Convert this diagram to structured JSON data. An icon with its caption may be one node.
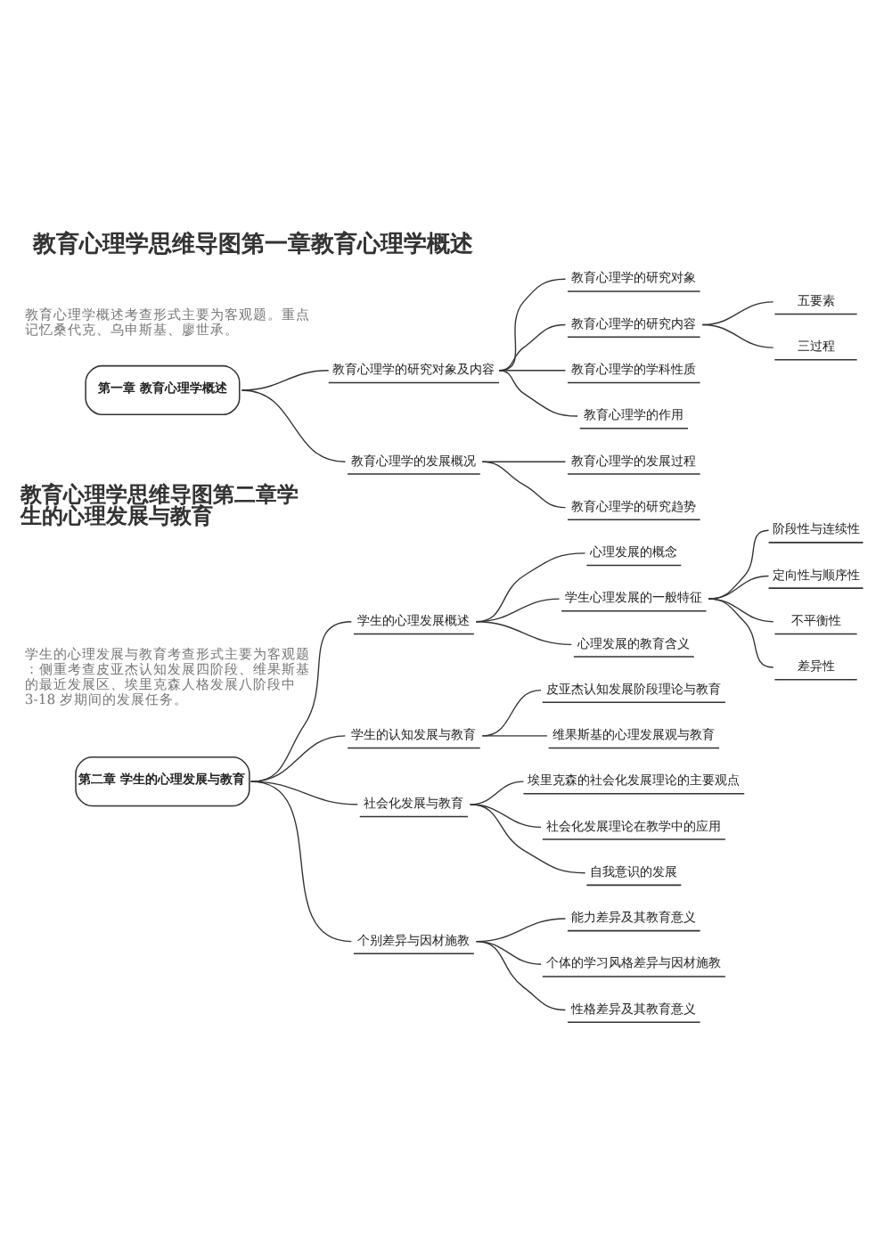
{
  "diagram": {
    "title": "教育心理学思维导图第一章教育心理学概述",
    "nodes": [
      {
        "text": [
          "第一章 教育心理学概述"
        ]
      },
      {
        "text": [
          "教育心理学的研究对象及内容"
        ]
      },
      {
        "text": [
          "教育心理学的研究对象"
        ]
      },
      {
        "text": [
          "教育心理学的研究内容"
        ]
      },
      {
        "text": [
          "五要素"
        ]
      },
      {
        "text": [
          "三过程"
        ]
      },
      {
        "text": [
          "教育心理学的学科性质"
        ]
      },
      {
        "text": [
          "教育心理学的作用"
        ]
      },
      {
        "text": [
          "教育心理学的发展概况"
        ]
      },
      {
        "text": [
          "教育心理学的发展过程"
        ]
      },
      {
        "text": [
          "教育心理学的研究趋势"
        ]
      },
      {
        "text": [
          "第二章 学生的心理发展与教育"
        ]
      },
      {
        "text": [
          "学生的心理发展概述"
        ]
      },
      {
        "text": [
          "心理发展的概念"
        ]
      },
      {
        "text": [
          "学生心理发展的一般特征"
        ]
      },
      {
        "text": [
          "阶段性与连续性"
        ]
      },
      {
        "text": [
          "定向性与顺序性"
        ]
      },
      {
        "text": [
          "不平衡性"
        ]
      },
      {
        "text": [
          "差异性"
        ]
      },
      {
        "text": [
          "心理发展的教育含义"
        ]
      },
      {
        "text": [
          "学生的认知发展与教育"
        ]
      },
      {
        "text": [
          "皮亚杰认知发展阶段理论与教育"
        ]
      },
      {
        "text": [
          "维果斯基的心理发展观与教育"
        ]
      },
      {
        "text": [
          "社会化发展与教育"
        ]
      },
      {
        "text": [
          "埃里克森的社会化发展理论的主要观点"
        ]
      },
      {
        "text": [
          "社会化发展理论在教学中的应用"
        ]
      },
      {
        "text": [
          "自我意识的发展"
        ]
      },
      {
        "text": [
          "个别差异与因材施教"
        ]
      },
      {
        "text": [
          "能力差异及其教育意义"
        ]
      },
      {
        "text": [
          "个体的学习风格差异与因材施教"
        ]
      },
      {
        "text": [
          "性格差异及其教育意义"
        ]
      }
    ],
    "edges": [
      {
        "from": 0,
        "to": 1,
        "arrow": "none"
      },
      {
        "from": 1,
        "to": 2,
        "arrow": "none"
      },
      {
        "from": 1,
        "to": 3,
        "arrow": "none"
      },
      {
        "from": 3,
        "to": 4,
        "arrow": "none"
      },
      {
        "from": 3,
        "to": 5,
        "arrow": "none"
      },
      {
        "from": 1,
        "to": 6,
        "arrow": "none"
      },
      {
        "from": 1,
        "to": 7,
        "arrow": "none"
      },
      {
        "from": 0,
        "to": 8,
        "arrow": "none"
      },
      {
        "from": 8,
        "to": 9,
        "arrow": "none"
      },
      {
        "from": 8,
        "to": 10,
        "arrow": "none"
      },
      {
        "from": 11,
        "to": 12,
        "arrow": "none"
      },
      {
        "from": 12,
        "to": 13,
        "arrow": "none"
      },
      {
        "from": 12,
        "to": 14,
        "arrow": "none"
      },
      {
        "from": 14,
        "to": 15,
        "arrow": "none"
      },
      {
        "from": 14,
        "to": 16,
        "arrow": "none"
      },
      {
        "from": 14,
        "to": 17,
        "arrow": "none"
      },
      {
        "from": 14,
        "to": 18,
        "arrow": "none"
      },
      {
        "from": 12,
        "to": 19,
        "arrow": "none"
      },
      {
        "from": 11,
        "to": 20,
        "arrow": "none"
      },
      {
        "from": 20,
        "to": 21,
        "arrow": "none"
      },
      {
        "from": 20,
        "to": 22,
        "arrow": "none"
      },
      {
        "from": 11,
        "to": 23,
        "arrow": "none"
      },
      {
        "from": 23,
        "to": 24,
        "arrow": "none"
      },
      {
        "from": 23,
        "to": 25,
        "arrow": "none"
      },
      {
        "from": 23,
        "to": 26,
        "arrow": "none"
      },
      {
        "from": 11,
        "to": 27,
        "arrow": "none"
      },
      {
        "from": 27,
        "to": 28,
        "arrow": "none"
      },
      {
        "from": 27,
        "to": 29,
        "arrow": "none"
      },
      {
        "from": 27,
        "to": 30,
        "arrow": "none"
      }
    ],
    "labels": [
      "教育心理学概述考查形式主要为客观题。重点记忆桑代克、乌申斯基、廖世承。",
      "教育心理学思维导图第二章学生的心理发展与教育",
      "学生的心理发展与教育考查形式主要为客观题：侧重考查皮亚杰认知发展四阶段、维果斯基的最近发展区、埃里克森人格发展八阶段中 3-18 岁期间的发展任务。"
    ]
  }
}
